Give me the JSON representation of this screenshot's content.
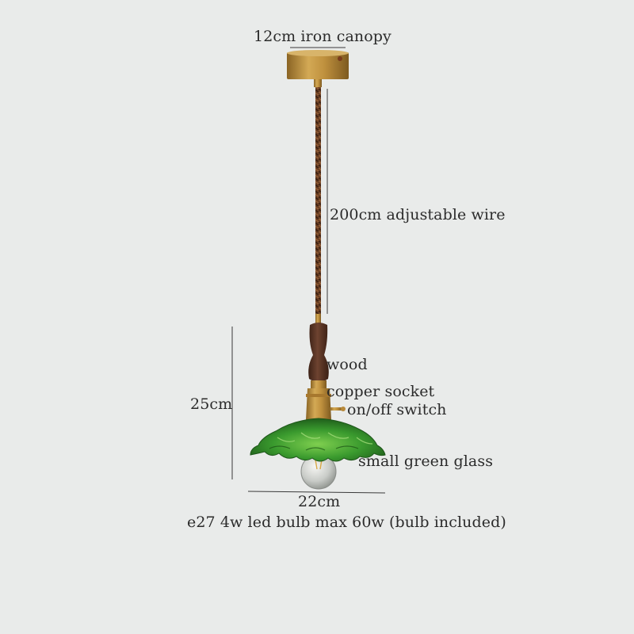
{
  "labels": {
    "canopy": "12cm iron canopy",
    "wire": "200cm adjustable wire",
    "wood": "wood",
    "socket": "copper socket",
    "switch": "on/off switch",
    "glass": "small green glass",
    "height": "25cm",
    "width": "22cm",
    "bulb": "e27 4w led bulb max 60w  (bulb included)"
  },
  "colors": {
    "background": "#e9ebea",
    "brass": "#b8893a",
    "wood": "#5a3526",
    "wire": "#6b3f24",
    "glass_green": "#2f8a2c",
    "dimension_line": "#3a3a3a"
  },
  "icons": {
    "lamp": "pendant-lamp-illustration"
  }
}
